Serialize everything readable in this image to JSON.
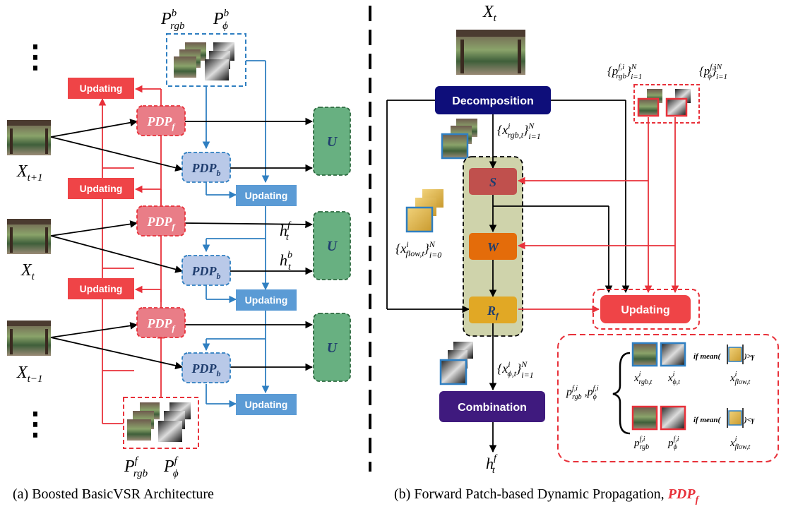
{
  "colors": {
    "red": "#e8313a",
    "blue": "#2f7fc1",
    "pdpf_fill": "#e97d87",
    "pdpb_fill": "#b9c9e8",
    "updating_red": "#ef4447",
    "updating_blue": "#5b9bd5",
    "u_fill": "#68b081",
    "decomp": "#0e0e7a",
    "combo": "#3f1a7e",
    "s_fill": "#c0504d",
    "w_fill": "#e46c0a",
    "rf_fill": "#e1a825",
    "pipe_fill": "#cfd3ab"
  },
  "left": {
    "updating_label": "Updating",
    "pdpf": {
      "base": "PDP",
      "sub": "f"
    },
    "pdpb": {
      "base": "PDP",
      "sub": "b"
    },
    "u_label": "U",
    "frames": [
      {
        "base": "X",
        "sub": "t+1"
      },
      {
        "base": "X",
        "sub": "t"
      },
      {
        "base": "X",
        "sub": "t−1"
      }
    ],
    "patch_top": {
      "rgb": {
        "base": "P",
        "sup": "b",
        "sub": "rgb"
      },
      "phi": {
        "base": "P",
        "sup": "b",
        "sub": "ϕ"
      }
    },
    "patch_bottom": {
      "rgb": {
        "base": "P",
        "sup": "f",
        "sub": "rgb"
      },
      "phi": {
        "base": "P",
        "sup": "f",
        "sub": "ϕ"
      }
    },
    "h_forward": {
      "base": "h",
      "sup": "f",
      "sub": "t"
    },
    "h_backward": {
      "base": "h",
      "sup": "b",
      "sub": "t"
    },
    "ellipsis": "⋮",
    "caption": "(a) Boosted BasicVSR Architecture"
  },
  "right": {
    "input_label": {
      "base": "X",
      "sub": "t"
    },
    "decomposition": "Decomposition",
    "combination": "Combination",
    "s_label": "S",
    "w_label": "W",
    "rf_label": {
      "base": "R",
      "sub": "f"
    },
    "updating_label": "Updating",
    "rgb_patches": "{xⁱrgb,t}ᴺ i=1",
    "x_rgb_set": {
      "base": "{x",
      "sup": "i",
      "sub": "rgb,t",
      "tail": "}",
      "tsup": "N",
      "tsub": "i=1"
    },
    "x_flow_set": {
      "base": "{x",
      "sup": "i",
      "sub": "flow,t",
      "tail": "}",
      "tsup": "N",
      "tsub": "i=0"
    },
    "x_phi_set": {
      "base": "{x",
      "sup": "i",
      "sub": "ϕ,t",
      "tail": "}",
      "tsup": "N",
      "tsub": "i=1"
    },
    "p_rgb_set": {
      "base": "{p",
      "sup": "f,i",
      "sub": "rgb",
      "tail": "}",
      "tsup": "N",
      "tsub": "i=1"
    },
    "p_phi_set": {
      "base": "{p",
      "sup": "f,i",
      "sub": "ϕ",
      "tail": "}",
      "tsup": "N",
      "tsub": "i=1"
    },
    "output": {
      "base": "h",
      "sup": "f",
      "sub": "t"
    },
    "detail": {
      "left_label": "p",
      "cond_top": "if mean(",
      "cond_top_tail": ")>γ",
      "cond_bottom": "if mean(",
      "cond_bottom_tail": ")<γ",
      "x_rgb": {
        "base": "x",
        "sup": "i",
        "sub": "rgb,t"
      },
      "x_phi": {
        "base": "x",
        "sup": "i",
        "sub": "ϕ,t"
      },
      "x_flow": {
        "base": "x",
        "sup": "i",
        "sub": "flow,t"
      },
      "p_rgb": {
        "base": "p",
        "sup": "f,i",
        "sub": "rgb"
      },
      "p_phi": {
        "base": "p",
        "sup": "f,i",
        "sub": "ϕ"
      }
    },
    "caption_prefix": "(b)  Forward Patch-based Dynamic Propagation, ",
    "caption_symbol": {
      "base": "PDP",
      "sub": "f"
    }
  }
}
